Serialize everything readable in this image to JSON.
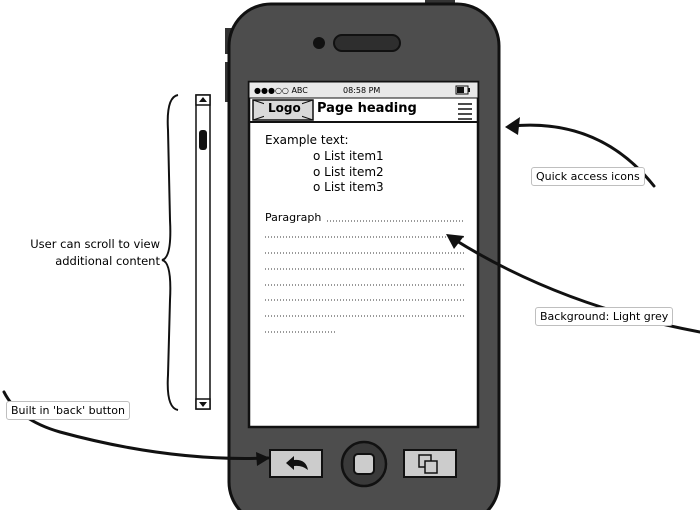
{
  "phone": {
    "status_bar": {
      "carrier": "●●●○○ ABC",
      "time": "08:58 PM"
    },
    "header": {
      "logo": "Logo",
      "title": "Page heading",
      "menu_icon": "hamburger-menu-icon"
    },
    "content": {
      "intro": "Example text:",
      "list_items": [
        "o List item1",
        "o List item2",
        "o List item3"
      ],
      "paragraph_label": "Paragraph"
    },
    "buttons": {
      "back_icon": "back-arrow-icon",
      "home_icon": "home-button-icon",
      "switch_icon": "multitask-icon"
    }
  },
  "annotations": {
    "quick_access": "Quick access icons",
    "background": "Background: Light grey",
    "scroll_line1": "User can scroll to view",
    "scroll_line2": "additional content",
    "back_button": "Built in 'back' button"
  }
}
